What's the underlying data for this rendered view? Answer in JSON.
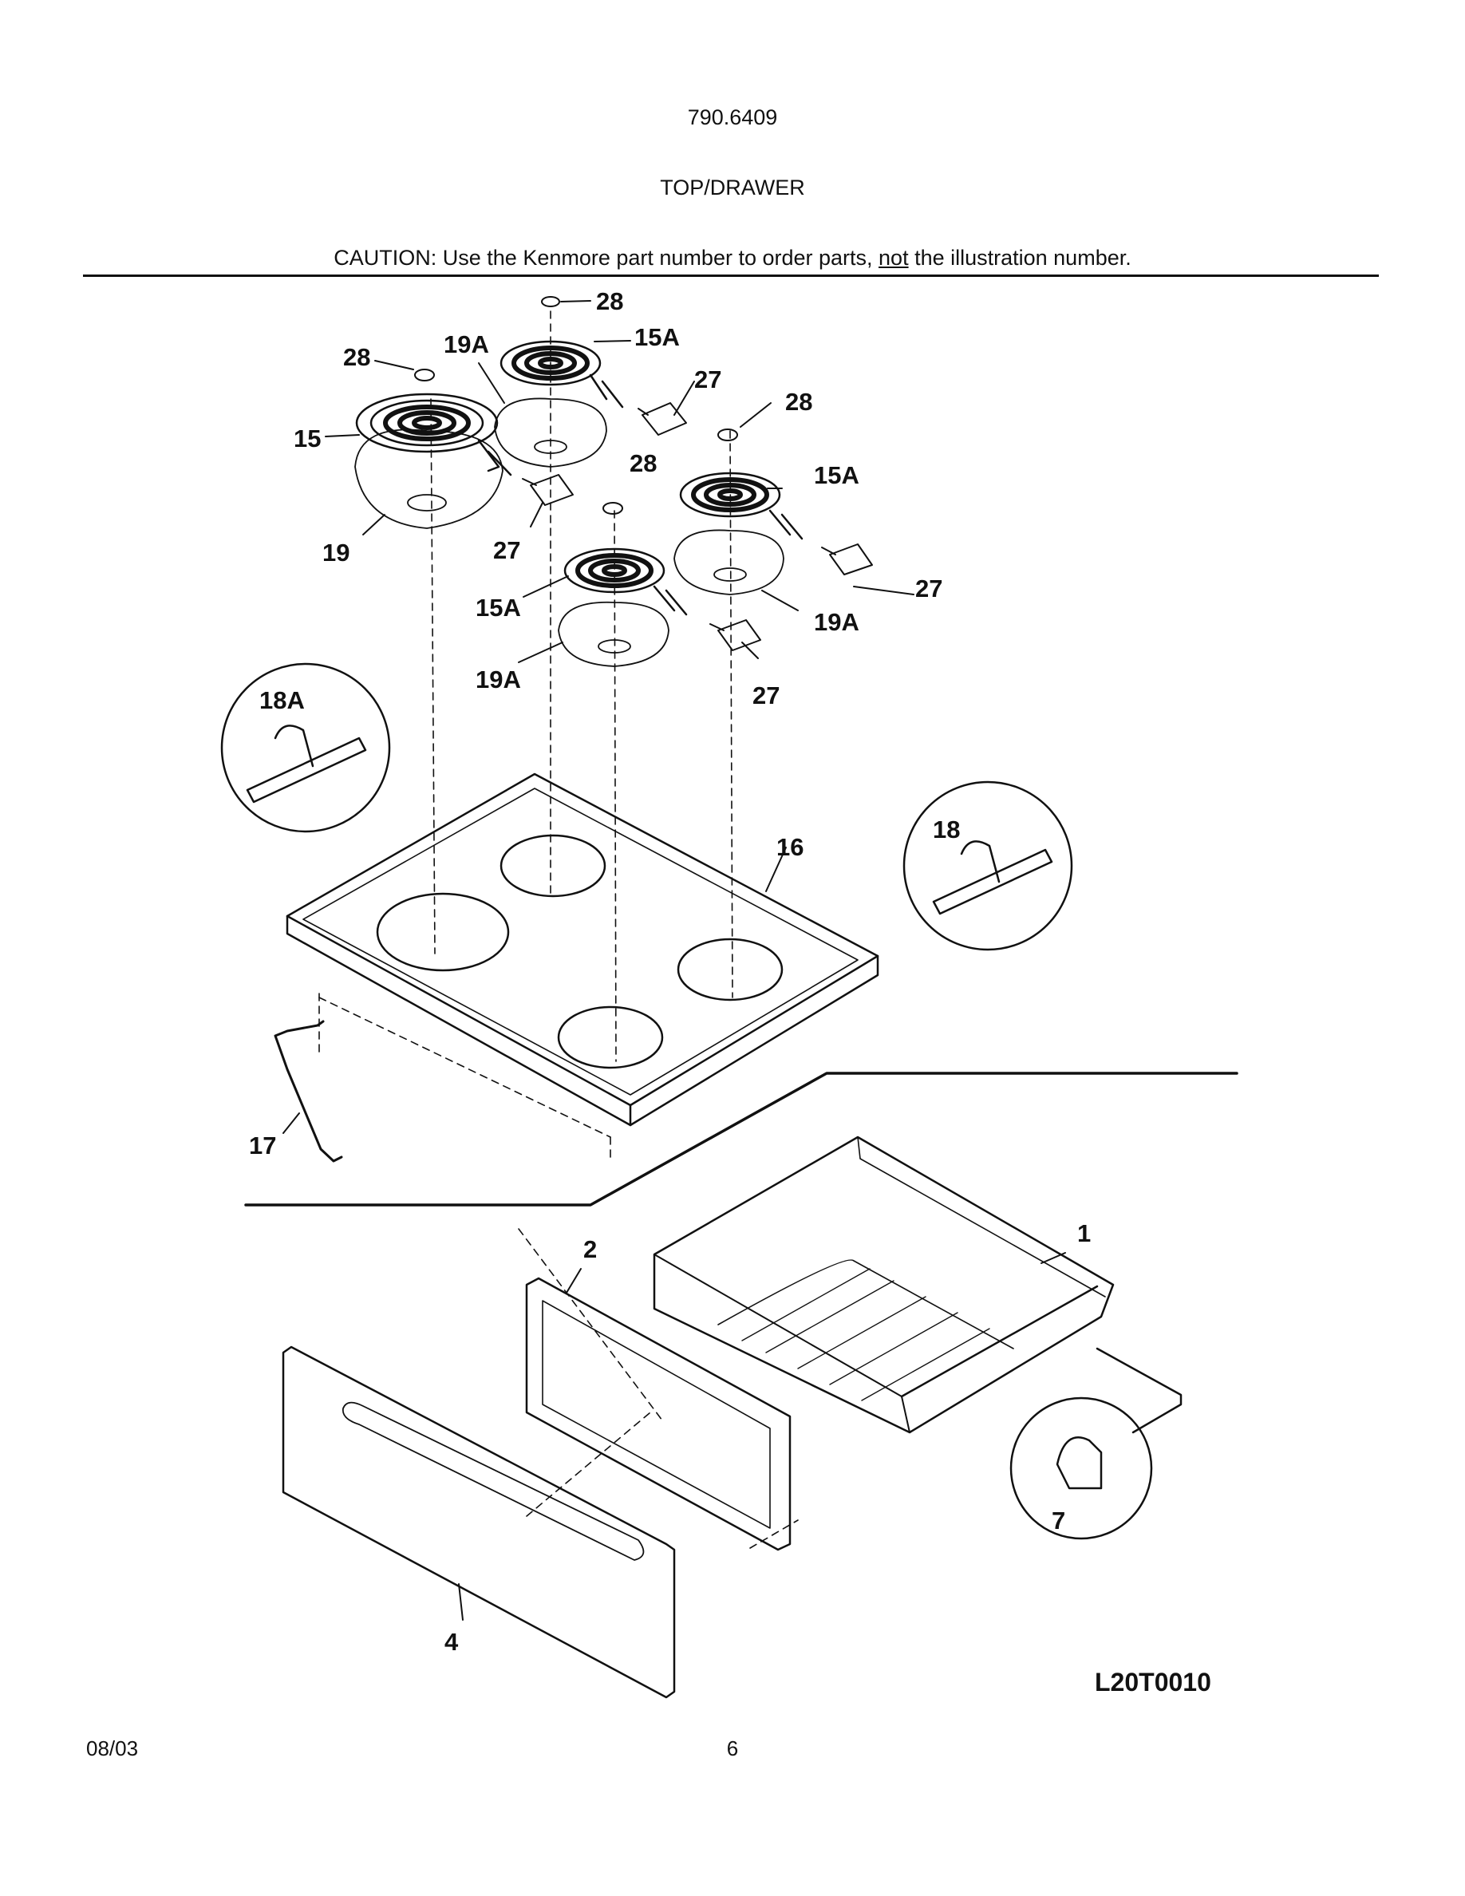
{
  "header": {
    "model_number": "790.6409",
    "section_title": "TOP/DRAWER",
    "caution_prefix": "CAUTION: Use the Kenmore part number to order parts, ",
    "caution_emphasis": "not",
    "caution_suffix": " the illustration number."
  },
  "callouts": [
    {
      "key": "c28a",
      "text": "28"
    },
    {
      "key": "c28b",
      "text": "28"
    },
    {
      "key": "c19a1",
      "text": "19A"
    },
    {
      "key": "c15a1",
      "text": "15A"
    },
    {
      "key": "c27a",
      "text": "27"
    },
    {
      "key": "c28c",
      "text": "28"
    },
    {
      "key": "c15",
      "text": "15"
    },
    {
      "key": "c28d",
      "text": "28"
    },
    {
      "key": "c15a2",
      "text": "15A"
    },
    {
      "key": "c19",
      "text": "19"
    },
    {
      "key": "c27b",
      "text": "27"
    },
    {
      "key": "c27c",
      "text": "27"
    },
    {
      "key": "c15a3",
      "text": "15A"
    },
    {
      "key": "c19a2",
      "text": "19A"
    },
    {
      "key": "c19a3",
      "text": "19A"
    },
    {
      "key": "c27d",
      "text": "27"
    },
    {
      "key": "c18a",
      "text": "18A"
    },
    {
      "key": "c18",
      "text": "18"
    },
    {
      "key": "c16",
      "text": "16"
    },
    {
      "key": "c17",
      "text": "17"
    },
    {
      "key": "c1",
      "text": "1"
    },
    {
      "key": "c2",
      "text": "2"
    },
    {
      "key": "c7",
      "text": "7"
    },
    {
      "key": "c4",
      "text": "4"
    }
  ],
  "footer": {
    "drawing_id": "L20T0010",
    "date": "08/03",
    "page_number": "6"
  }
}
